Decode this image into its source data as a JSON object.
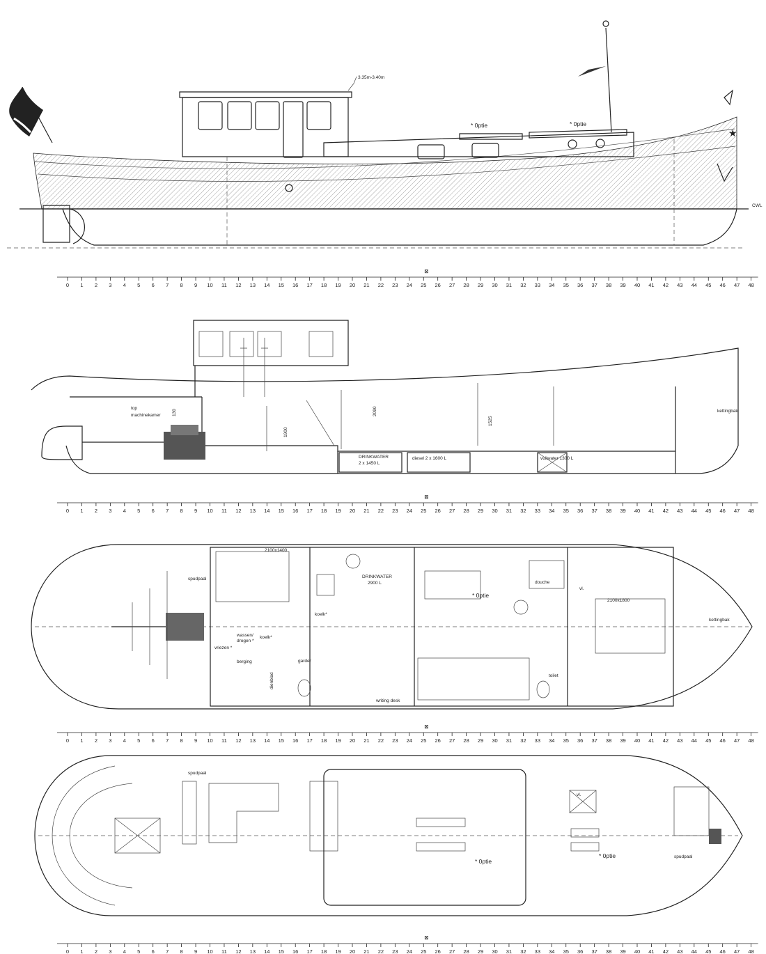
{
  "profile": {
    "height_label": "3.35m-3.40m",
    "option_labels": [
      "* 0ptie",
      "* 0ptie"
    ],
    "waterline_label": "CWL",
    "star_icon": "star-icon"
  },
  "section": {
    "engine_room_label": "top\nmachinekamer",
    "engine_room_lines": [
      "top",
      "machinekamer"
    ],
    "dim_labels": [
      "130",
      "1900",
      "2090",
      "1525"
    ],
    "tanks": {
      "drinkwater": [
        "DRINKWATER",
        "2 x 1450 L"
      ],
      "diesel": "diesel 2 x 1600 L",
      "vuilwater": "vuilwater 1300 L"
    },
    "kettingbak": "kettingbak"
  },
  "plan": {
    "labels": {
      "spudpaal": "spudpaal",
      "bed_aft": "2100x1400",
      "drinkwater": [
        "DRINKWATER",
        "2900 L"
      ],
      "option": "* 0ptie",
      "douche": "douche",
      "vl": "vl.",
      "bed_fwd": "2100x1800",
      "kettingbak": "kettingbak",
      "koelk_a": "koelk*",
      "wassen": [
        "wassen/",
        "drogen *"
      ],
      "koelk_b": "koelk*",
      "vriezen": "vriezen *",
      "berging": "berging",
      "garder": "garder",
      "dienblad": "dienblad",
      "writing_desk": "writing desk",
      "toilet": "toilet"
    }
  },
  "deck": {
    "spudpaal_aft": "spudpaal",
    "option_a": "* 0ptie",
    "option_b": "* 0ptie",
    "vl": "vl.",
    "spudpaal_fwd": "spudpaal"
  },
  "frames": {
    "marker": "⊠",
    "numbers": [
      "0",
      "1",
      "2",
      "3",
      "4",
      "5",
      "6",
      "7",
      "8",
      "9",
      "10",
      "11",
      "12",
      "13",
      "14",
      "15",
      "16",
      "17",
      "18",
      "19",
      "20",
      "21",
      "22",
      "23",
      "24",
      "25",
      "26",
      "27",
      "28",
      "29",
      "30",
      "31",
      "32",
      "33",
      "34",
      "35",
      "36",
      "37",
      "38",
      "39",
      "40",
      "41",
      "42",
      "43",
      "44",
      "45",
      "46",
      "47",
      "48"
    ]
  }
}
